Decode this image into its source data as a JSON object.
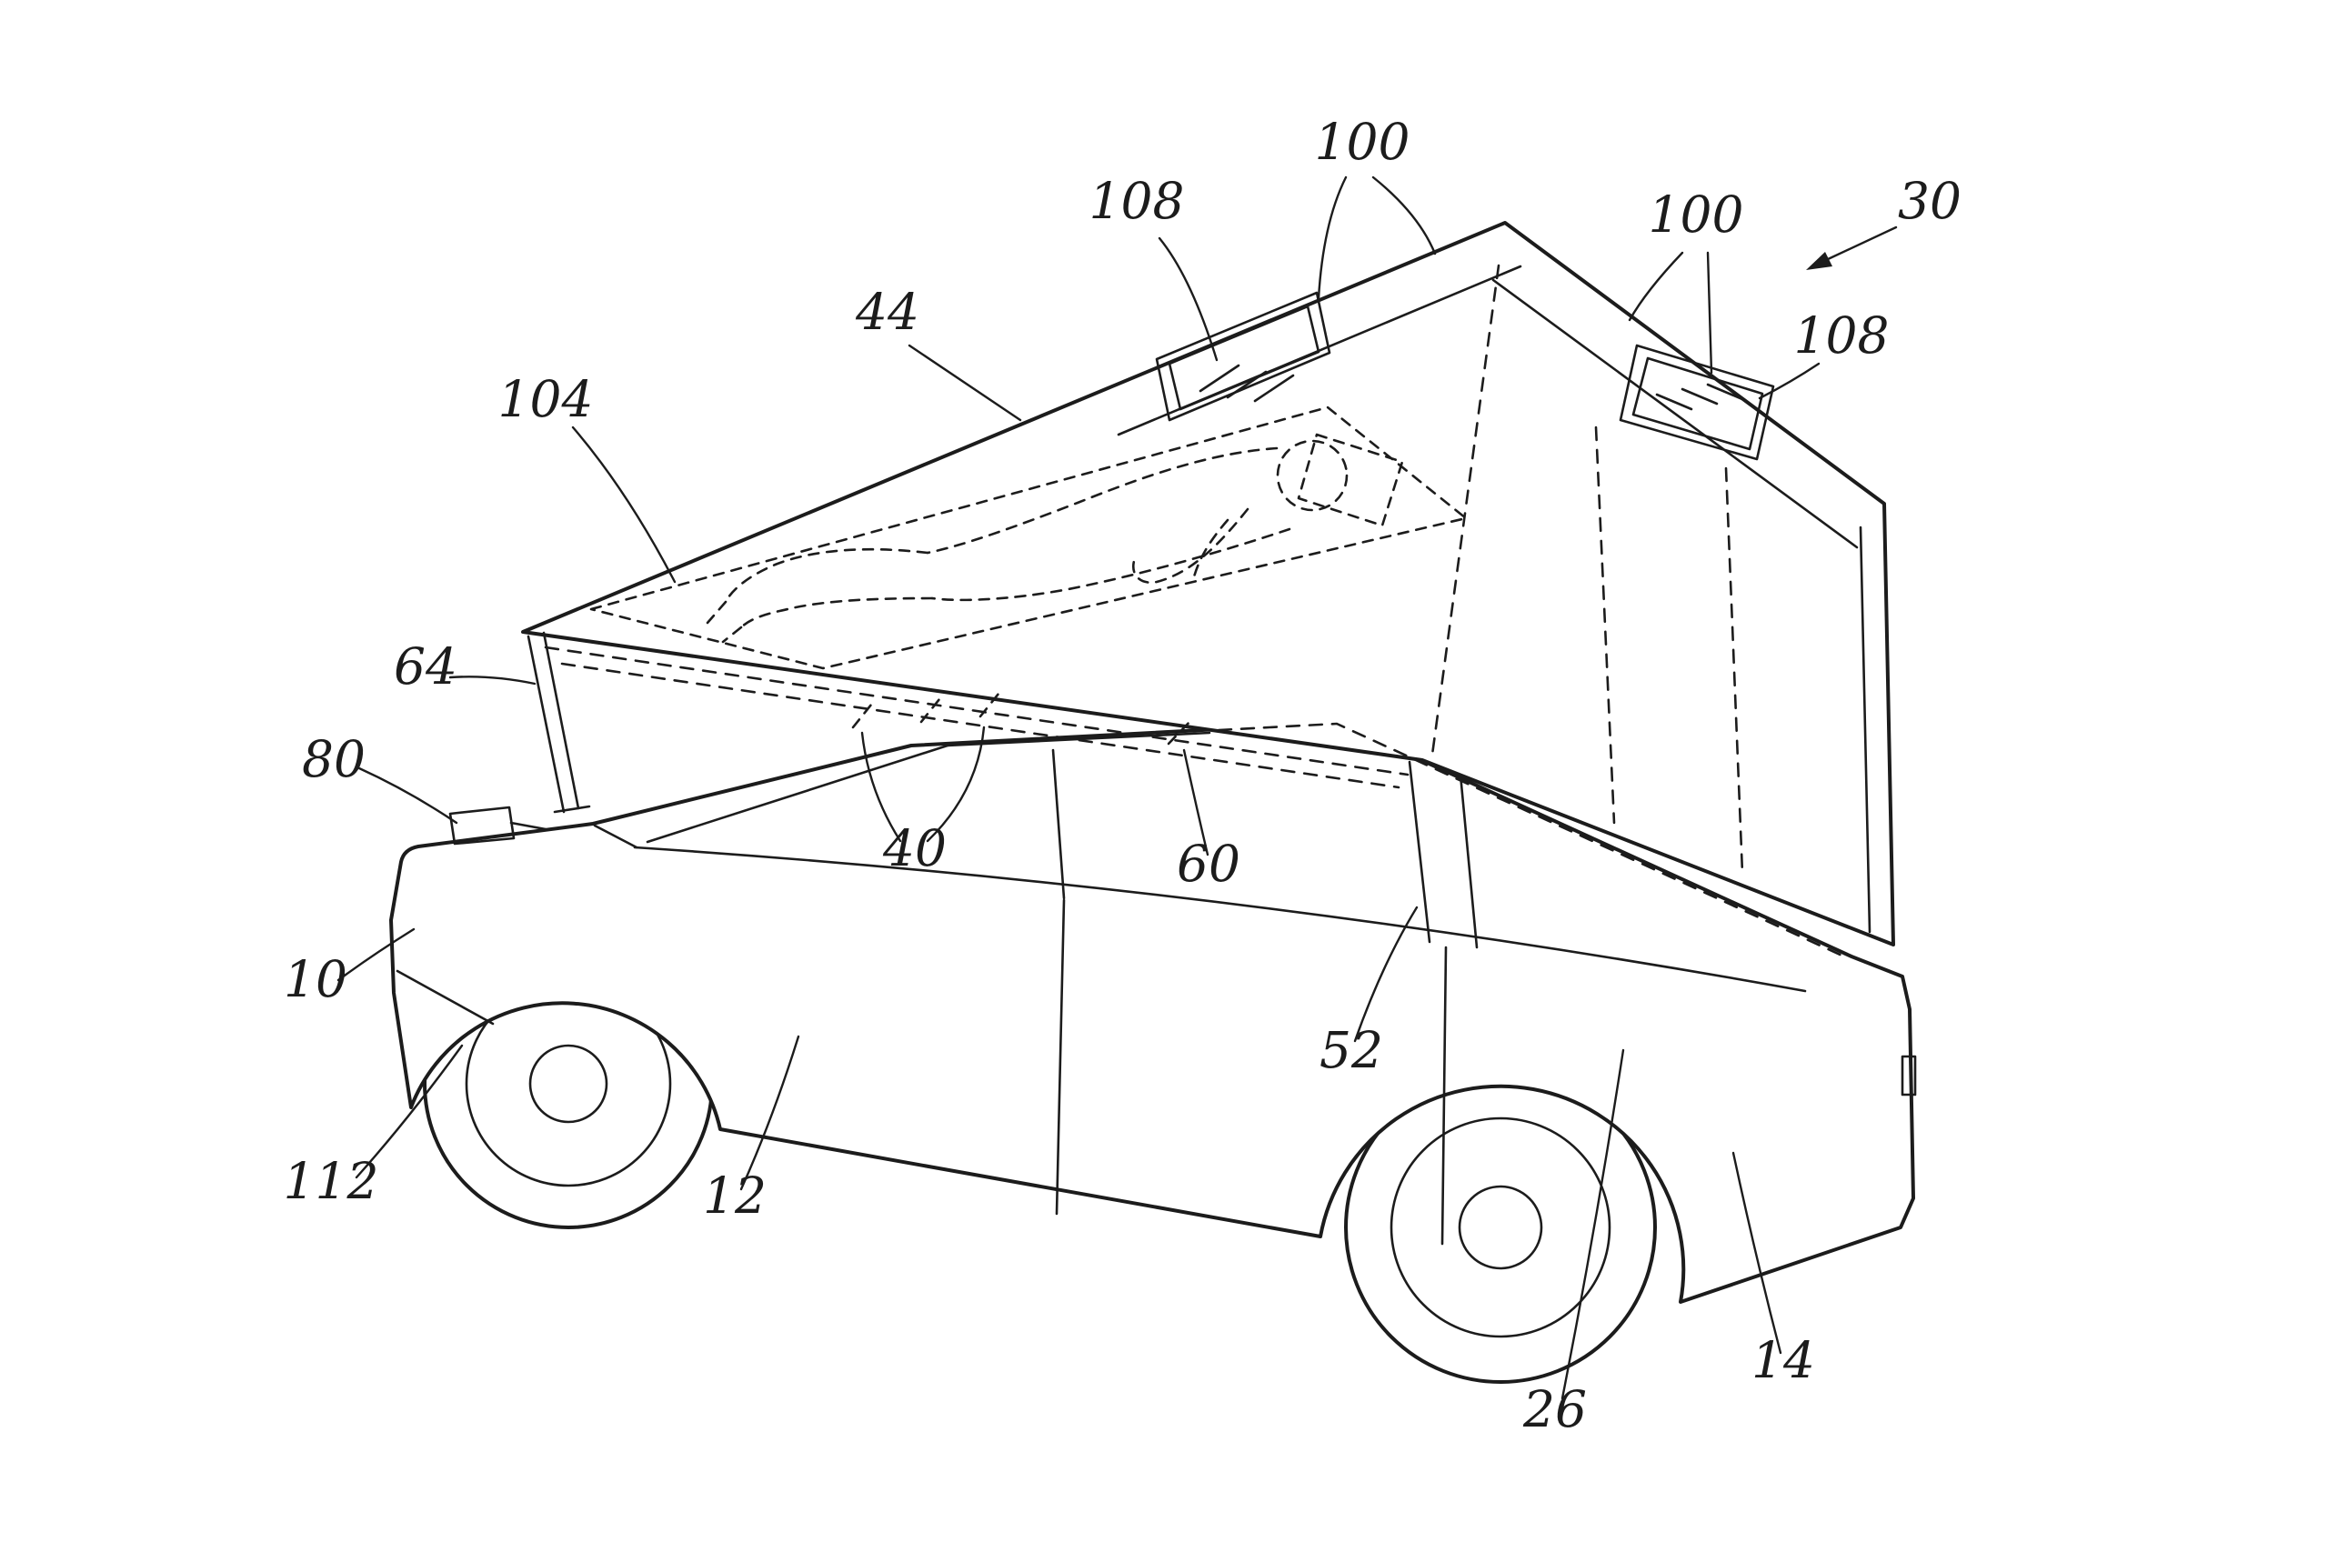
{
  "colors": {
    "ink": "#1c1c1c",
    "background": "#ffffff"
  },
  "figure": {
    "kind": "patent-line-drawing",
    "subject": "vehicle with deployed wedge rooftop tent and reclining occupant",
    "labels": [
      {
        "id": "ref-100-top",
        "text": "100"
      },
      {
        "id": "ref-108-left",
        "text": "108"
      },
      {
        "id": "ref-30",
        "text": "30"
      },
      {
        "id": "ref-44",
        "text": "44"
      },
      {
        "id": "ref-100-right",
        "text": "100"
      },
      {
        "id": "ref-108-right",
        "text": "108"
      },
      {
        "id": "ref-104",
        "text": "104"
      },
      {
        "id": "ref-64",
        "text": "64"
      },
      {
        "id": "ref-80",
        "text": "80"
      },
      {
        "id": "ref-10",
        "text": "10"
      },
      {
        "id": "ref-112",
        "text": "112"
      },
      {
        "id": "ref-12",
        "text": "12"
      },
      {
        "id": "ref-40",
        "text": "40"
      },
      {
        "id": "ref-60",
        "text": "60"
      },
      {
        "id": "ref-52",
        "text": "52"
      },
      {
        "id": "ref-26",
        "text": "26"
      },
      {
        "id": "ref-14",
        "text": "14"
      }
    ]
  }
}
